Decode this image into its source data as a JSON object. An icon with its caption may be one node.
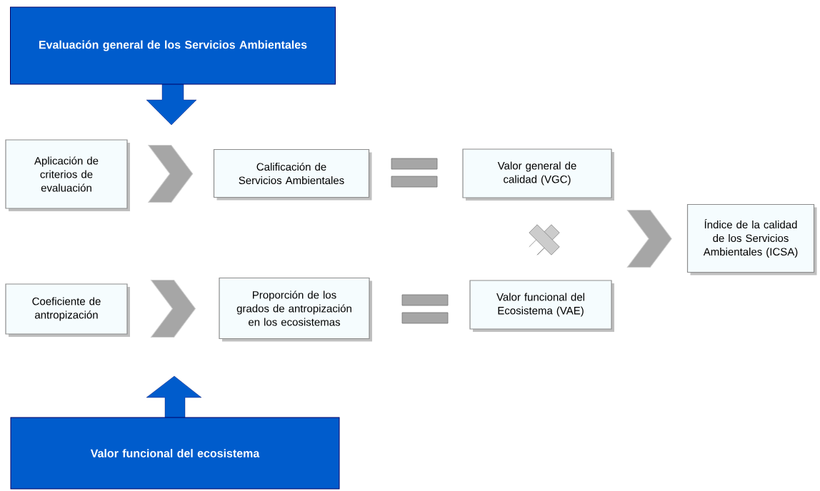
{
  "diagram": {
    "nodes": [
      {
        "text": [
          "Evaluación general de los Servicios Ambientales"
        ]
      },
      {
        "text": [
          "Aplicación de criterios de evaluación"
        ]
      },
      {
        "text": [
          "Calificación de Servicios Ambientales"
        ]
      },
      {
        "text": [
          "Valor general de calidad (VGC)"
        ]
      },
      {
        "text": [
          "Índice de la calidad de los Servicios Ambientales (ICSA)"
        ]
      },
      {
        "text": [
          "Coeficiente de antropización"
        ]
      },
      {
        "text": [
          "Proporción de los grados de antropización en los ecosistemas"
        ]
      },
      {
        "text": [
          "Valor funcional del Ecosistema (VAE)"
        ]
      },
      {
        "text": [
          "Valor funcional del ecosistema"
        ]
      }
    ],
    "edges": [
      {
        "from": 1,
        "to": 2,
        "arrow": "to"
      },
      {
        "from": 5,
        "to": 6,
        "arrow": "to"
      },
      {
        "from": 3,
        "to": 4,
        "arrow": "to"
      },
      {
        "from": 7,
        "to": 4,
        "arrow": "to"
      }
    ]
  }
}
